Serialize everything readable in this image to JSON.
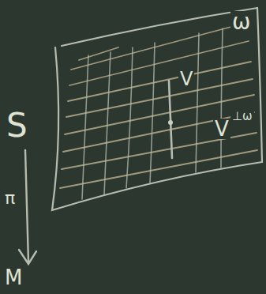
{
  "diagram": {
    "labels": [
      "ω",
      "V",
      "V",
      "⊥ω",
      "S",
      "π",
      "M"
    ]
  }
}
